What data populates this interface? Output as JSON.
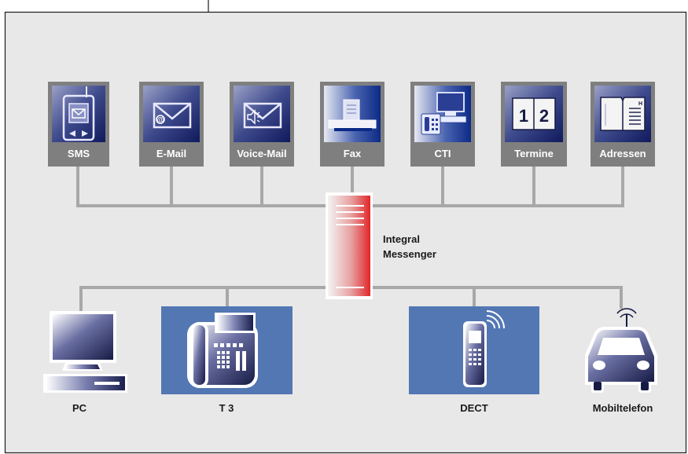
{
  "services": [
    {
      "label": "SMS",
      "icon": "sms-phone-icon"
    },
    {
      "label": "E-Mail",
      "icon": "email-envelope-icon"
    },
    {
      "label": "Voice-Mail",
      "icon": "voicemail-envelope-icon"
    },
    {
      "label": "Fax",
      "icon": "fax-machine-icon"
    },
    {
      "label": "CTI",
      "icon": "cti-computer-phone-icon"
    },
    {
      "label": "Termine",
      "icon": "calendar-icon"
    },
    {
      "label": "Adressen",
      "icon": "address-book-icon"
    }
  ],
  "server": {
    "label_line1": "Integral",
    "label_line2": "Messenger",
    "icon": "server-tower-icon"
  },
  "devices": [
    {
      "label": "PC",
      "icon": "pc-monitor-icon"
    },
    {
      "label": "T 3",
      "icon": "desk-phone-icon"
    },
    {
      "label": "DECT",
      "icon": "dect-handset-icon"
    },
    {
      "label": "Mobiltelefon",
      "icon": "car-phone-icon"
    }
  ],
  "calendar_digits": [
    "1",
    "2"
  ],
  "address_tab": "H",
  "colors": {
    "panel_bg": "#e8e8e8",
    "tile_blue": "#5277b3",
    "service_gray": "#7f7f7f",
    "line_gray": "#a8a8a8",
    "server_red": "#e0262b",
    "dark_navy": "#161b45"
  }
}
